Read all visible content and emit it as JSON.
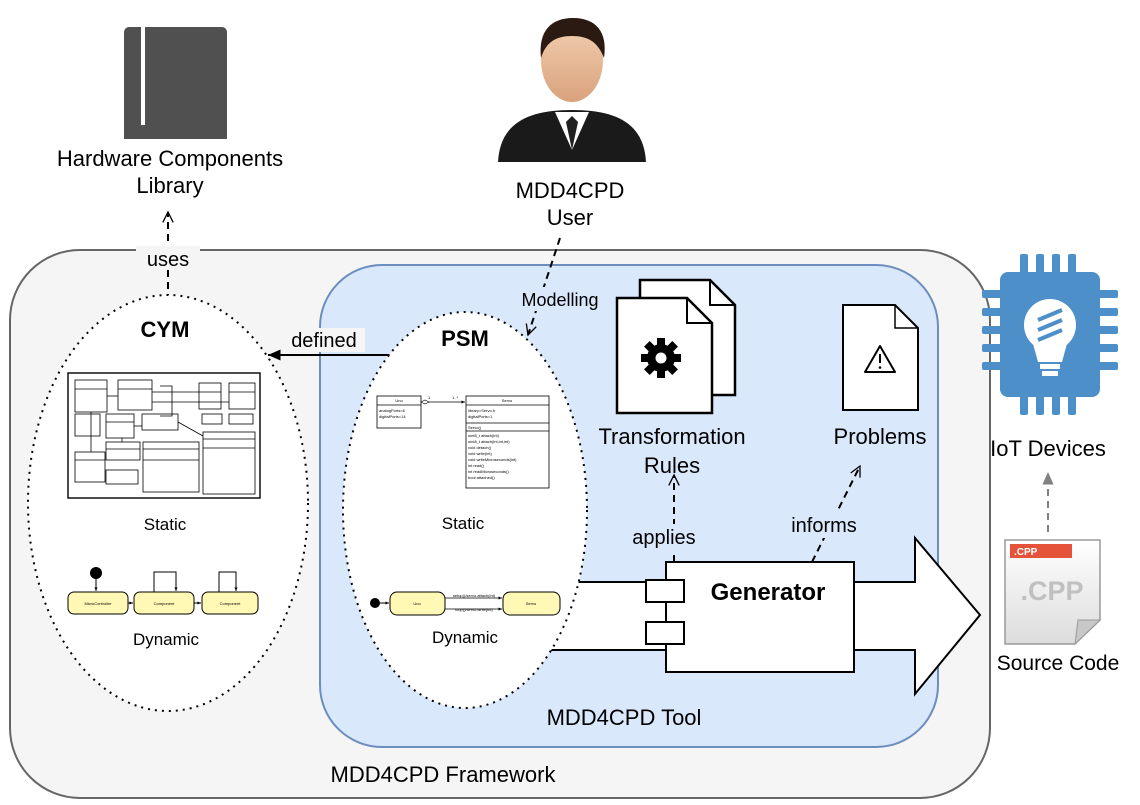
{
  "labels": {
    "library": [
      "Hardware Components",
      "Library"
    ],
    "user": [
      "MDD4CPD",
      "User"
    ],
    "uses": "uses",
    "modelling": "Modelling",
    "defined": "defined",
    "cym": "CYM",
    "psm": "PSM",
    "static": "Static",
    "dynamic": "Dynamic",
    "transformation": [
      "Transformation",
      "Rules"
    ],
    "problems": "Problems",
    "iot": "IoT Devices",
    "applies": "applies",
    "informs": "informs",
    "generator": "Generator",
    "source_code": "Source Code",
    "cpp_tag": ".CPP",
    "cpp_big": ".CPP",
    "tool": "MDD4CPD Tool",
    "framework": "MDD4CPD Framework"
  },
  "cym_dynamic": {
    "states": [
      "MicroController",
      "Component",
      "Component"
    ]
  },
  "psm_static": {
    "uno": {
      "name": "Uno",
      "attrs": [
        "analogPorts=6",
        "digitalPorts=14"
      ]
    },
    "servo": {
      "name": "Servo",
      "attrs": [
        "library=Servo.h",
        "digitalPorts=1"
      ],
      "ctor": "Servo()",
      "methods": [
        "uint8_t attach(int)",
        "uint8_t attach(int,int,int)",
        "void detach()",
        "void write(int)",
        "void writeMicroseconds(int)",
        "int read()",
        "int readMicroseconds()",
        "bool attached()"
      ]
    },
    "multiplicity": [
      "1",
      "1..*"
    ]
  },
  "psm_dynamic": {
    "states": [
      "Uno",
      "Servo"
    ],
    "transitions": [
      "setup()/servo.attach(int)",
      "loop()/servo.write(int)"
    ]
  },
  "colors": {
    "framework_fill": "#f5f5f5",
    "tool_fill": "#dae8fc",
    "tool_stroke": "#6c8ebf",
    "state_fill": "#fff9b5",
    "chip_blue": "#4d8fc9",
    "book_grey": "#505050",
    "cpp_red": "#e5533a"
  }
}
